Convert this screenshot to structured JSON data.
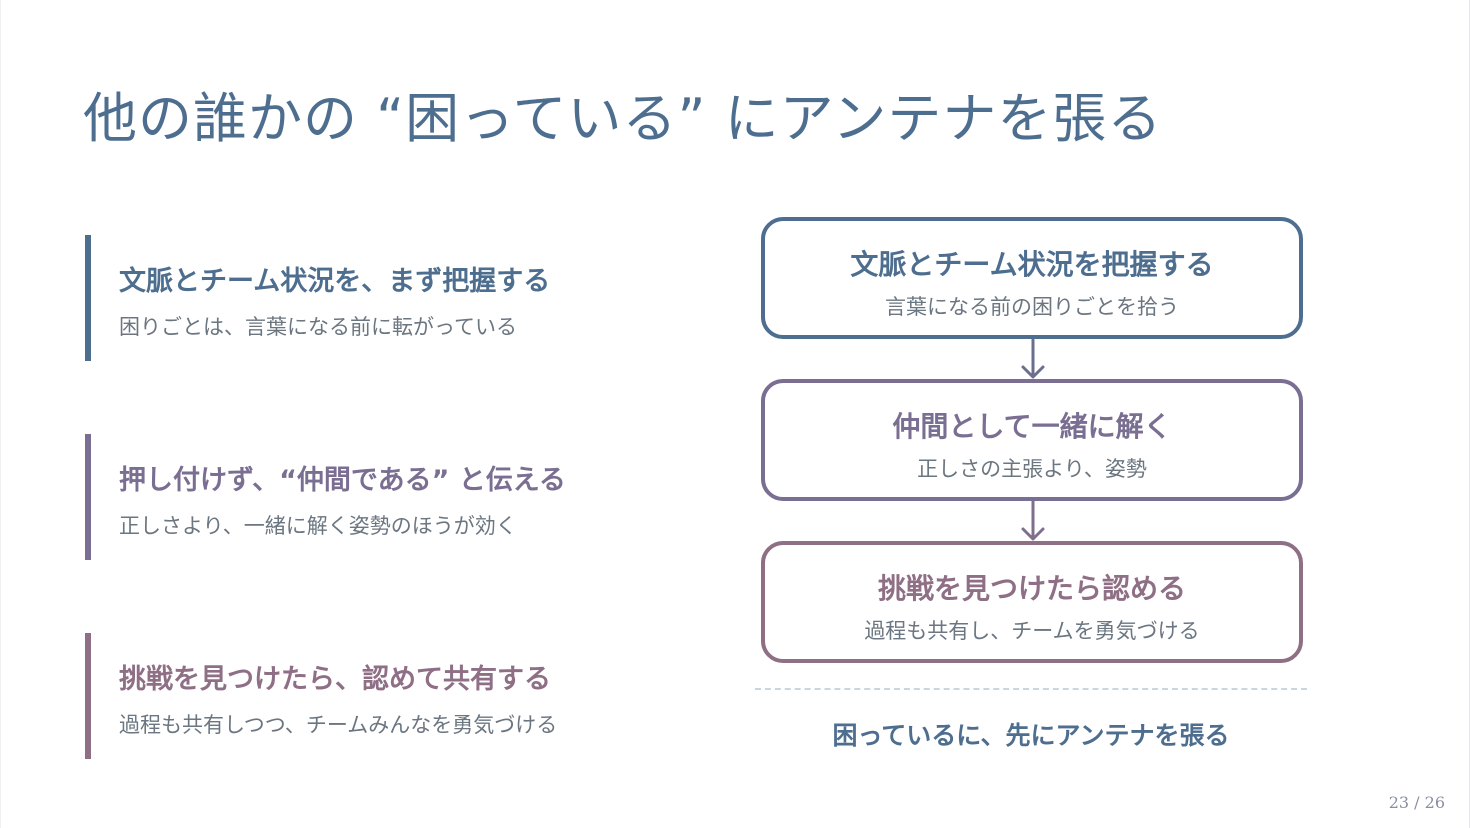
{
  "title": "他の誰かの “困っている” にアンテナを張る",
  "points": [
    {
      "title": "文脈とチーム状況を、まず把握する",
      "sub": "困りごとは、言葉になる前に転がっている"
    },
    {
      "title": "押し付けず、“仲間である” と伝える",
      "sub": "正しさより、一緒に解く姿勢のほうが効く"
    },
    {
      "title": "挑戦を見つけたら、認めて共有する",
      "sub": "過程も共有しつつ、チームみんなを勇気づける"
    }
  ],
  "flow": [
    {
      "title": "文脈とチーム状況を把握する",
      "sub": "言葉になる前の困りごとを拾う"
    },
    {
      "title": "仲間として一緒に解く",
      "sub": "正しさの主張より、姿勢"
    },
    {
      "title": "挑戦を見つけたら認める",
      "sub": "過程も共有し、チームを勇気づける"
    }
  ],
  "conclusion": "困っているに、先にアンテナを張る",
  "page": "23 / 26",
  "colors": {
    "blue": "#4e6e8f",
    "violet": "#7a6f92",
    "mauve": "#8f6f85"
  },
  "icons": [
    "arrow-down-icon"
  ]
}
